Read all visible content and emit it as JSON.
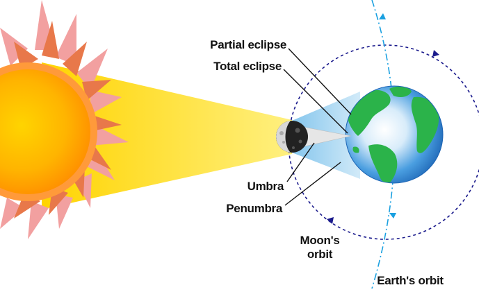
{
  "diagram": {
    "labels": {
      "partial_eclipse": "Partial eclipse",
      "total_eclipse": "Total eclipse",
      "umbra": "Umbra",
      "penumbra": "Penumbra",
      "moons_orbit_line1": "Moon's",
      "moons_orbit_line2": "orbit",
      "earths_orbit": "Earth's orbit"
    },
    "colors": {
      "sun_core": "#ffa500",
      "sun_rays": "#e8784a",
      "sun_outer_rays": "#f0a0a0",
      "sunlight": "#ffe000",
      "penumbra": "#bfe3f7",
      "umbra": "#e6e6e6",
      "ocean": "#2b7fcf",
      "land": "#2bb34a",
      "moon_orbit": "#1a1a8c",
      "earth_orbit": "#1aa0e0"
    }
  }
}
